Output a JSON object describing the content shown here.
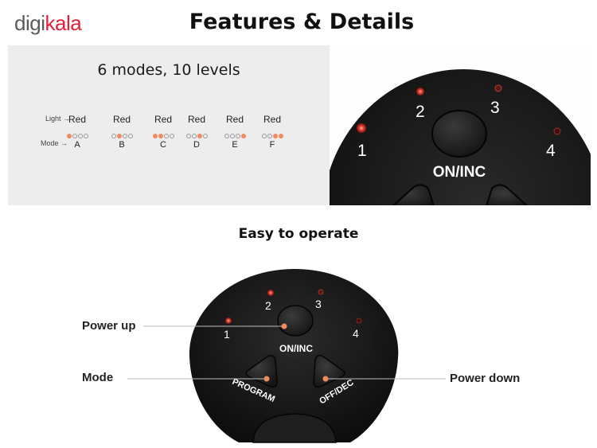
{
  "brand": {
    "logo_dark": "digi",
    "logo_red": "kala"
  },
  "title": "Features & Details",
  "modes_panel": {
    "heading": "6 modes, 10 levels",
    "light_label": "Light →",
    "mode_label": "Mode →",
    "modes": [
      {
        "light": "Red",
        "letter": "A",
        "lit": [
          1,
          0,
          0,
          0
        ]
      },
      {
        "light": "Red",
        "letter": "B",
        "lit": [
          0,
          1,
          0,
          0
        ]
      },
      {
        "light": "Red",
        "letter": "C",
        "lit": [
          1,
          1,
          0,
          0
        ]
      },
      {
        "light": "Red",
        "letter": "D",
        "lit": [
          0,
          0,
          1,
          0
        ]
      },
      {
        "light": "Red",
        "letter": "E",
        "lit": [
          0,
          0,
          0,
          1
        ]
      },
      {
        "light": "Red",
        "letter": "F",
        "lit": [
          0,
          0,
          1,
          1
        ]
      }
    ]
  },
  "zoom_device": {
    "indicators": [
      "1",
      "2",
      "3",
      "4"
    ],
    "button_label": "ON/INC"
  },
  "easy_section": {
    "heading": "Easy to operate",
    "callouts": {
      "power_up": "Power up",
      "mode": "Mode",
      "power_down": "Power down"
    },
    "indicators": [
      "1",
      "2",
      "3",
      "4"
    ],
    "buttons": {
      "on_inc": "ON/INC",
      "program": "PROGRAM",
      "off_dec": "OFF/DEC"
    }
  },
  "colors": {
    "brand_red": "#e2203a",
    "device_body": "#151515",
    "led_red": "#e0392b",
    "dot_orange": "#f08a60"
  }
}
